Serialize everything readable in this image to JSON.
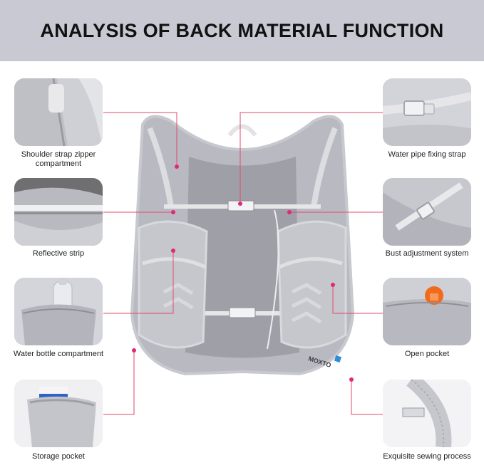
{
  "banner": {
    "title": "ANALYSIS OF BACK MATERIAL FUNCTION"
  },
  "vest": {
    "brand": "MOXTO"
  },
  "left_features": [
    {
      "caption": "Shoulder strap zipper compartment",
      "icon": "zipper-pocket-photo"
    },
    {
      "caption": "Reflective strip",
      "icon": "reflective-strip-photo"
    },
    {
      "caption": "Water bottle compartment",
      "icon": "water-bottle-photo"
    },
    {
      "caption": "Storage pocket",
      "icon": "storage-pocket-photo"
    }
  ],
  "right_features": [
    {
      "caption": "Water pipe fixing strap",
      "icon": "buckle-strap-photo"
    },
    {
      "caption": "Bust adjustment system",
      "icon": "bust-strap-photo"
    },
    {
      "caption": "Open pocket",
      "icon": "open-pocket-photo"
    },
    {
      "caption": "Exquisite sewing process",
      "icon": "sewing-photo"
    }
  ],
  "colors": {
    "banner": "#c9c9d3",
    "fabric": "#b7b8bf",
    "marker": "#e0287a",
    "leader": "#e04a6a"
  }
}
